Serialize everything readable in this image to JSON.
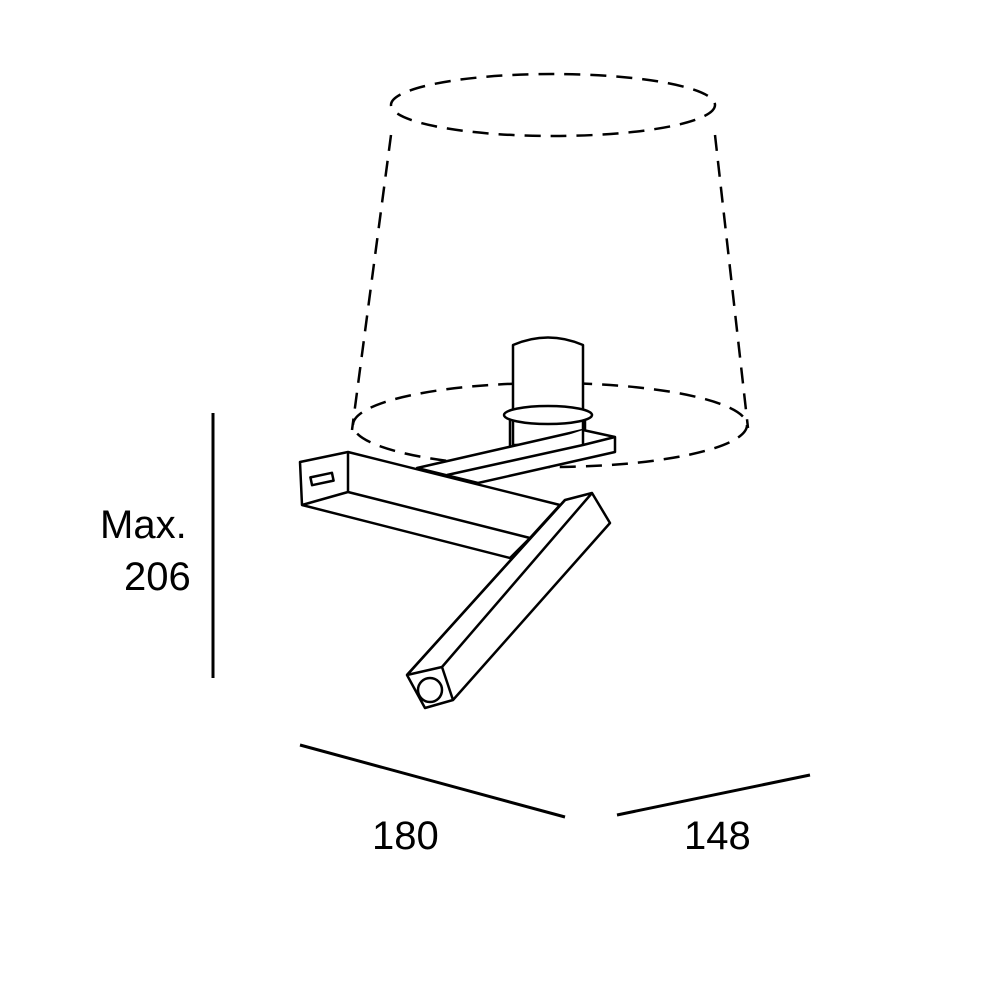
{
  "dimensions": {
    "height_label_line1": "Max.",
    "height_label_line2": "206",
    "width_label": "180",
    "depth_label": "148"
  },
  "colors": {
    "line": "#000000",
    "background": "#ffffff"
  }
}
